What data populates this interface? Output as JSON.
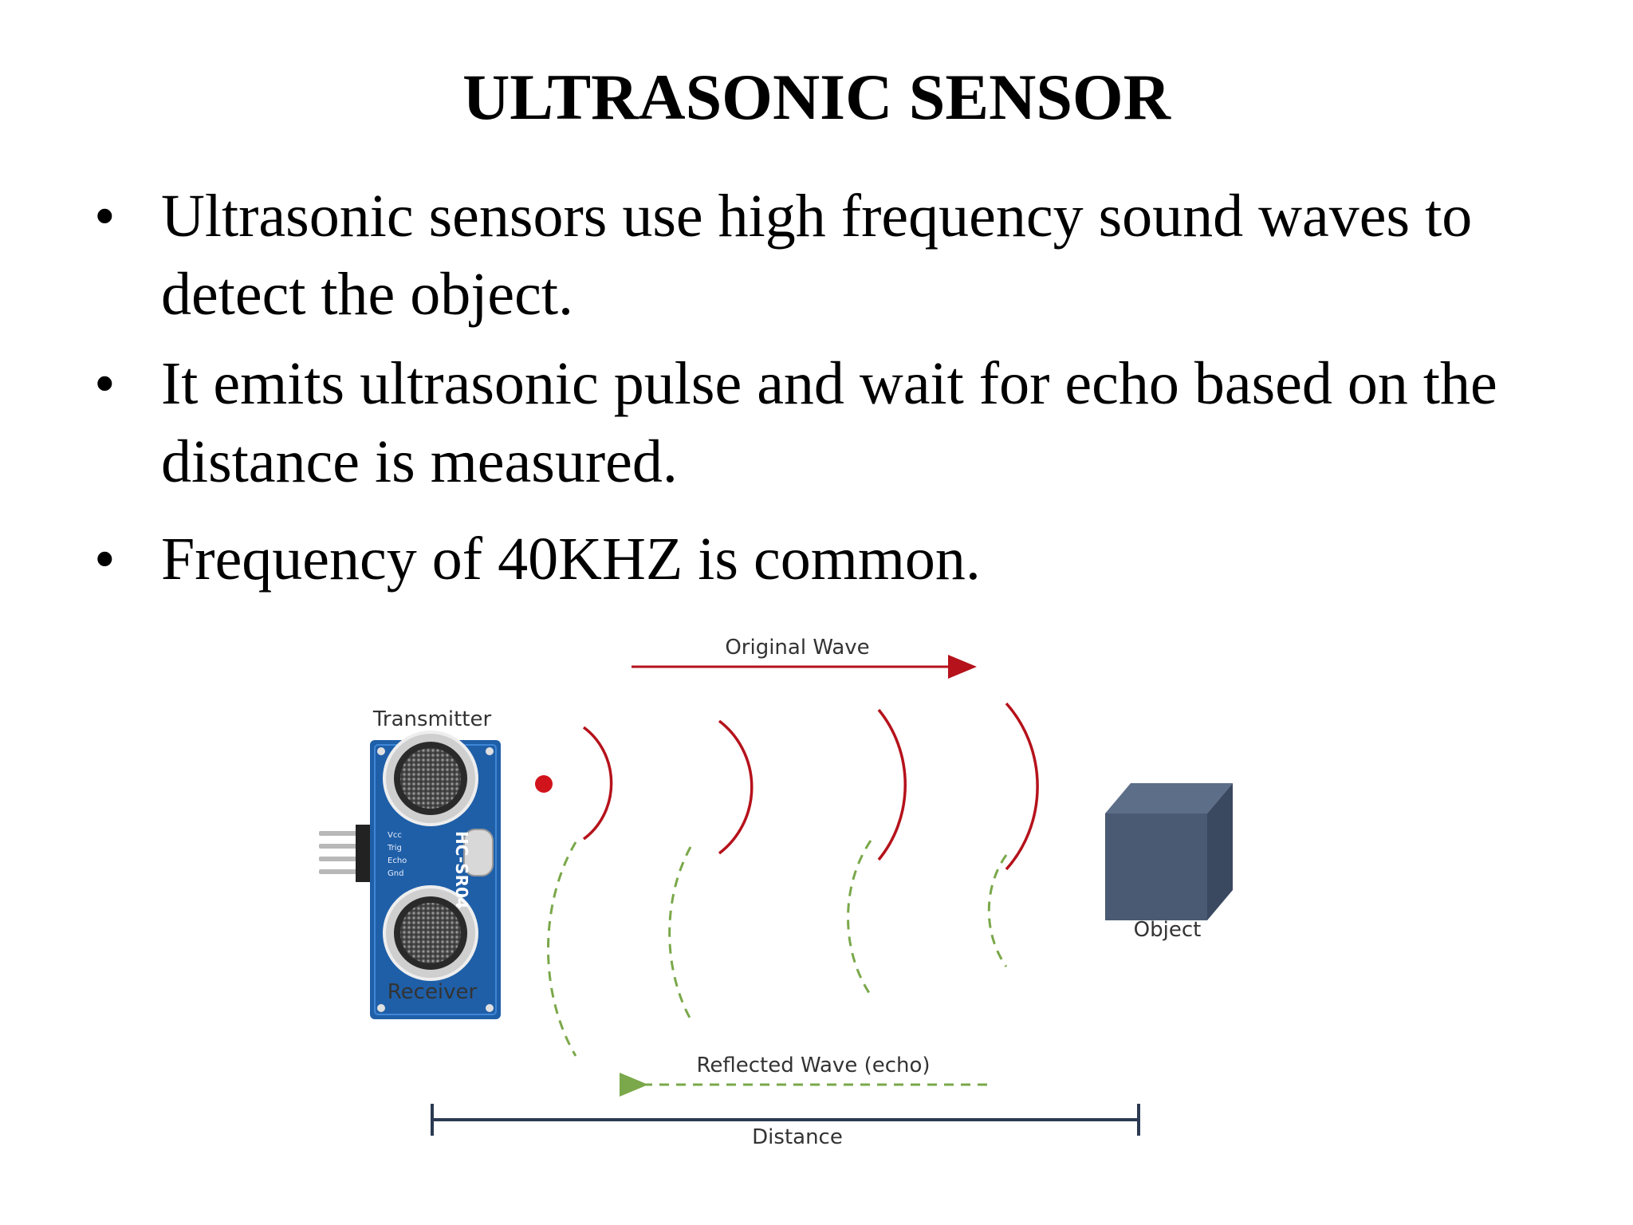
{
  "title": "ULTRASONIC SENSOR",
  "bullets": [
    "Ultrasonic sensors use high frequency sound waves to detect the object.",
    "It emits ultrasonic pulse and wait for echo based on the distance is measured.",
    "Frequency of 40KHZ is common."
  ],
  "diagram": {
    "original_wave_label": "Original Wave",
    "transmitter_label": "Transmitter",
    "receiver_label": "Receiver",
    "object_label": "Object",
    "reflected_wave_label": "Reflected Wave (echo)",
    "distance_label": "Distance",
    "sensor_model": "HC-SR04",
    "pin_labels": [
      "Vcc",
      "Trig",
      "Echo",
      "Gnd"
    ],
    "colors": {
      "original_wave": "#b5121b",
      "reflected_wave": "#7aa84a",
      "sensor_board": "#1f5fa8",
      "object": "#4a5a73",
      "distance_line": "#2b3a52"
    }
  }
}
